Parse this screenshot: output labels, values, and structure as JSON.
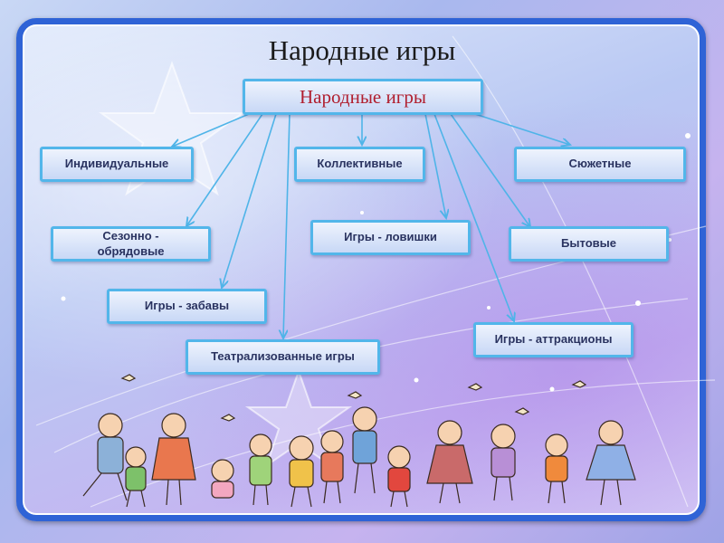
{
  "slide": {
    "title": "Народные игры",
    "root": "Народные игры",
    "categories": {
      "individual": "Индивидуальные",
      "collective": "Коллективные",
      "plot": "Сюжетные",
      "seasonal": "Сезонно - обрядовые",
      "tag_games": "Игры - ловишки",
      "everyday": "Бытовые",
      "fun_games": "Игры - забавы",
      "attractions": "Игры - аттракционы",
      "theatrical": "Театрализованные игры"
    }
  },
  "colors": {
    "frame_border": "#2f63d6",
    "box_border": "#52b6ea",
    "root_text": "#b01e2e",
    "box_text": "#2a3360",
    "arrow": "#4fb4e8"
  }
}
